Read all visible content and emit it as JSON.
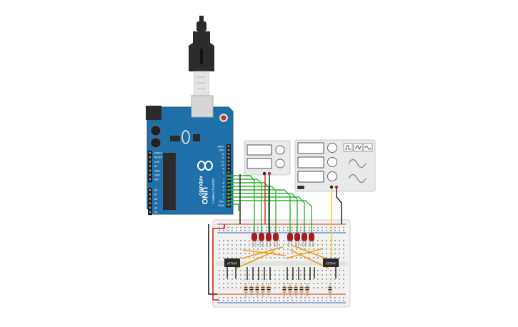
{
  "colors": {
    "arduino_board": "#1f6fa8",
    "arduino_board_dark": "#185b8b",
    "breadboard": "#f1f1ef",
    "breadboard_rail_red": "#d63a3a",
    "breadboard_rail_blue": "#3a5fd6",
    "wire_green": "#2fb32f",
    "wire_red": "#d62020",
    "wire_black": "#1a1a1a",
    "wire_yellow": "#f2d21b",
    "wire_orange": "#f19a1d",
    "led_red": "#a81d1d",
    "chip": "#2a2a2a",
    "instrument_panel": "#e7e9ea",
    "usb_plug": "#2b2b2b"
  },
  "icons": {
    "arduino_logo": "infinity-logo-icon",
    "usb": "usb-plug-icon",
    "reset": "reset-button-icon",
    "waveform_square": "square-wave-icon",
    "waveform_triangle": "triangle-wave-icon",
    "waveform_sine": "sine-wave-icon"
  },
  "arduino": {
    "brand": "ARDUINO",
    "model": "UNO",
    "digital_label": "DIGITAL (PWM~)",
    "power_pins": [
      "IOREF",
      "RESET",
      "3.3V",
      "5V",
      "GND",
      "GND",
      "VIN"
    ],
    "analog_pins": [
      "A0",
      "A1",
      "A2",
      "A3",
      "A4",
      "A5"
    ],
    "digital_pins_top": [
      "AREF",
      "GND",
      "13",
      "12",
      "~11",
      "~10",
      "~9",
      "8"
    ],
    "digital_pins_bottom": [
      "7",
      "~6",
      "~5",
      "4",
      "~3",
      "2",
      "TX▸1",
      "RX◂0"
    ]
  },
  "breadboard": {
    "chips": [
      "ATTINY",
      "ATTINY"
    ]
  },
  "power_supply_small": {
    "displays": 2
  },
  "power_supply_large": {
    "displays": 3
  }
}
